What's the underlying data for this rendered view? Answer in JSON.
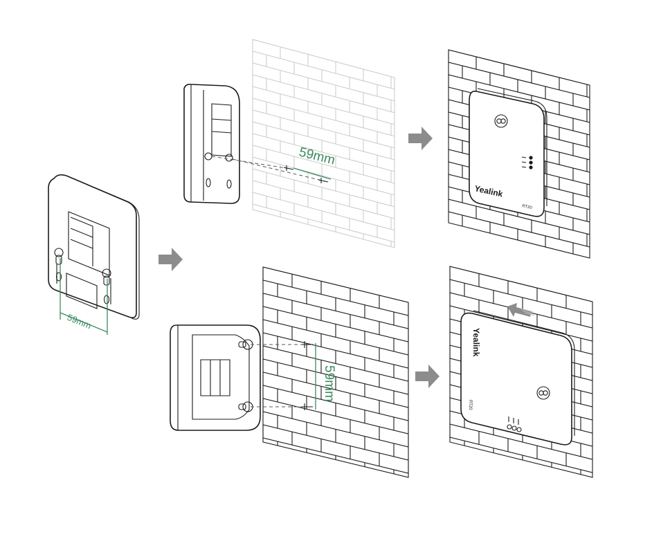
{
  "measure": {
    "spacing_label": "59mm",
    "color": "#3a8a5c"
  },
  "device": {
    "brand": "Yealink",
    "model": "RT20"
  },
  "colors": {
    "line": "#1a1a1a",
    "wall_faint": "#c9c9c9",
    "arrow": "#8c8c8c"
  },
  "icons": [
    "arrow-right-icon",
    "arrow-up-left-icon",
    "screw-icon",
    "led-indicator-icon",
    "logo-icon"
  ]
}
